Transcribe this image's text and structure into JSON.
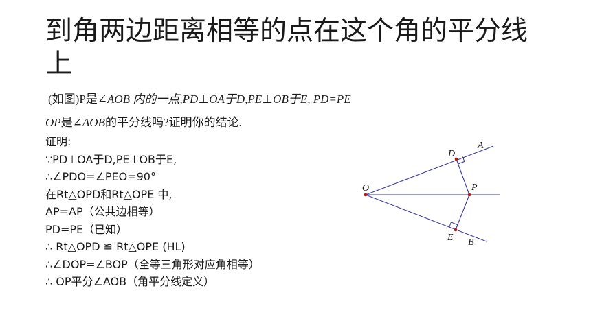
{
  "title": "到角两边距离相等的点在这个角的平分线上",
  "statement": {
    "line1": [
      {
        "text": "(如图)P是",
        "italic": false
      },
      {
        "text": "∠AOB 内的一点,PD⊥OA于D,PE⊥OB于E, PD=PE",
        "italic": true
      }
    ],
    "line2": [
      {
        "text": "OP",
        "italic": true
      },
      {
        "text": "是",
        "italic": false
      },
      {
        "text": "∠AOB",
        "italic": true
      },
      {
        "text": "的平分线吗?证明你的结论.",
        "italic": false
      }
    ]
  },
  "proof": [
    "证明:",
    "∵PD⊥OA于D,PE⊥OB于E,",
    "∴∠PDO=∠PEO=90°",
    "在Rt△OPD和Rt△OPE 中,",
    "AP=AP（公共边相等）",
    "PD=PE（已知）",
    "∴ Rt△OPD ≌ Rt△OPE (HL)",
    "∴∠DOP=∠BOP（全等三角形对应角相等）",
    "∴ OP平分∠AOB（角平分线定义）"
  ],
  "figure": {
    "labels": {
      "O": "O",
      "A": "A",
      "B": "B",
      "D": "D",
      "E": "E",
      "P": "P"
    },
    "colors": {
      "line": "#3a3a9a",
      "point": "#b01818"
    }
  }
}
